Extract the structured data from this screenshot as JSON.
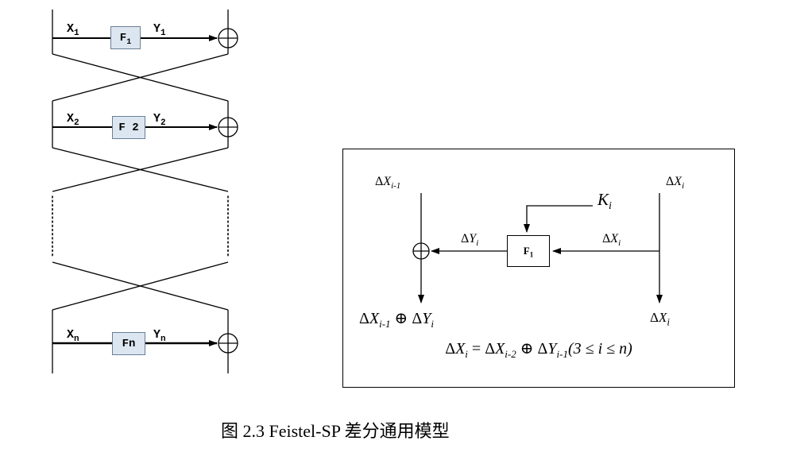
{
  "figure": {
    "caption": "图 2.3 Feistel-SP 差分通用模型"
  },
  "left_diagram": {
    "rounds": [
      {
        "x_main": "X",
        "x_sub": "1",
        "f_main": "F",
        "f_sub": "1",
        "y_main": "Y",
        "y_sub": "1"
      },
      {
        "x_main": "X",
        "x_sub": "2",
        "f_main": "F 2",
        "f_sub": "",
        "y_main": "Y",
        "y_sub": "2"
      },
      {
        "x_main": "X",
        "x_sub": "n",
        "f_main": "Fn",
        "f_sub": "",
        "y_main": "Y",
        "y_sub": "n"
      }
    ]
  },
  "right_diagram": {
    "top_left_label": {
      "pre": "Δ",
      "var": "X",
      "sub": "i-1"
    },
    "top_right_label": {
      "pre": "Δ",
      "var": "X",
      "sub": "i"
    },
    "key_label": {
      "var": "K",
      "sub": "i"
    },
    "dy_label": {
      "pre": "Δ",
      "var": "Y",
      "sub": "i"
    },
    "dx_mid_label": {
      "pre": "Δ",
      "var": "X",
      "sub": "i"
    },
    "f_box": {
      "main": "F",
      "sub": "1"
    },
    "bottom_left_label": {
      "pre1": "Δ",
      "var1": "X",
      "sub1": "i-1",
      "op": " ⊕ ",
      "pre2": "Δ",
      "var2": "Y",
      "sub2": "i"
    },
    "bottom_right_label": {
      "pre": "Δ",
      "var": "X",
      "sub": "i"
    },
    "formula": {
      "pre1": "Δ",
      "var1": "X",
      "sub1": "i",
      "eq": " = ",
      "pre2": "Δ",
      "var2": "X",
      "sub2": "i-2",
      "op": " ⊕ ",
      "pre3": "Δ",
      "var3": "Y",
      "sub3": "i-1",
      "tail": "(3 ≤ i ≤ n)"
    }
  },
  "colors": {
    "f_box_fill": "#dce6f1",
    "f_box_border": "#6b7f94",
    "line": "#000000",
    "panel_border": "#000000"
  }
}
